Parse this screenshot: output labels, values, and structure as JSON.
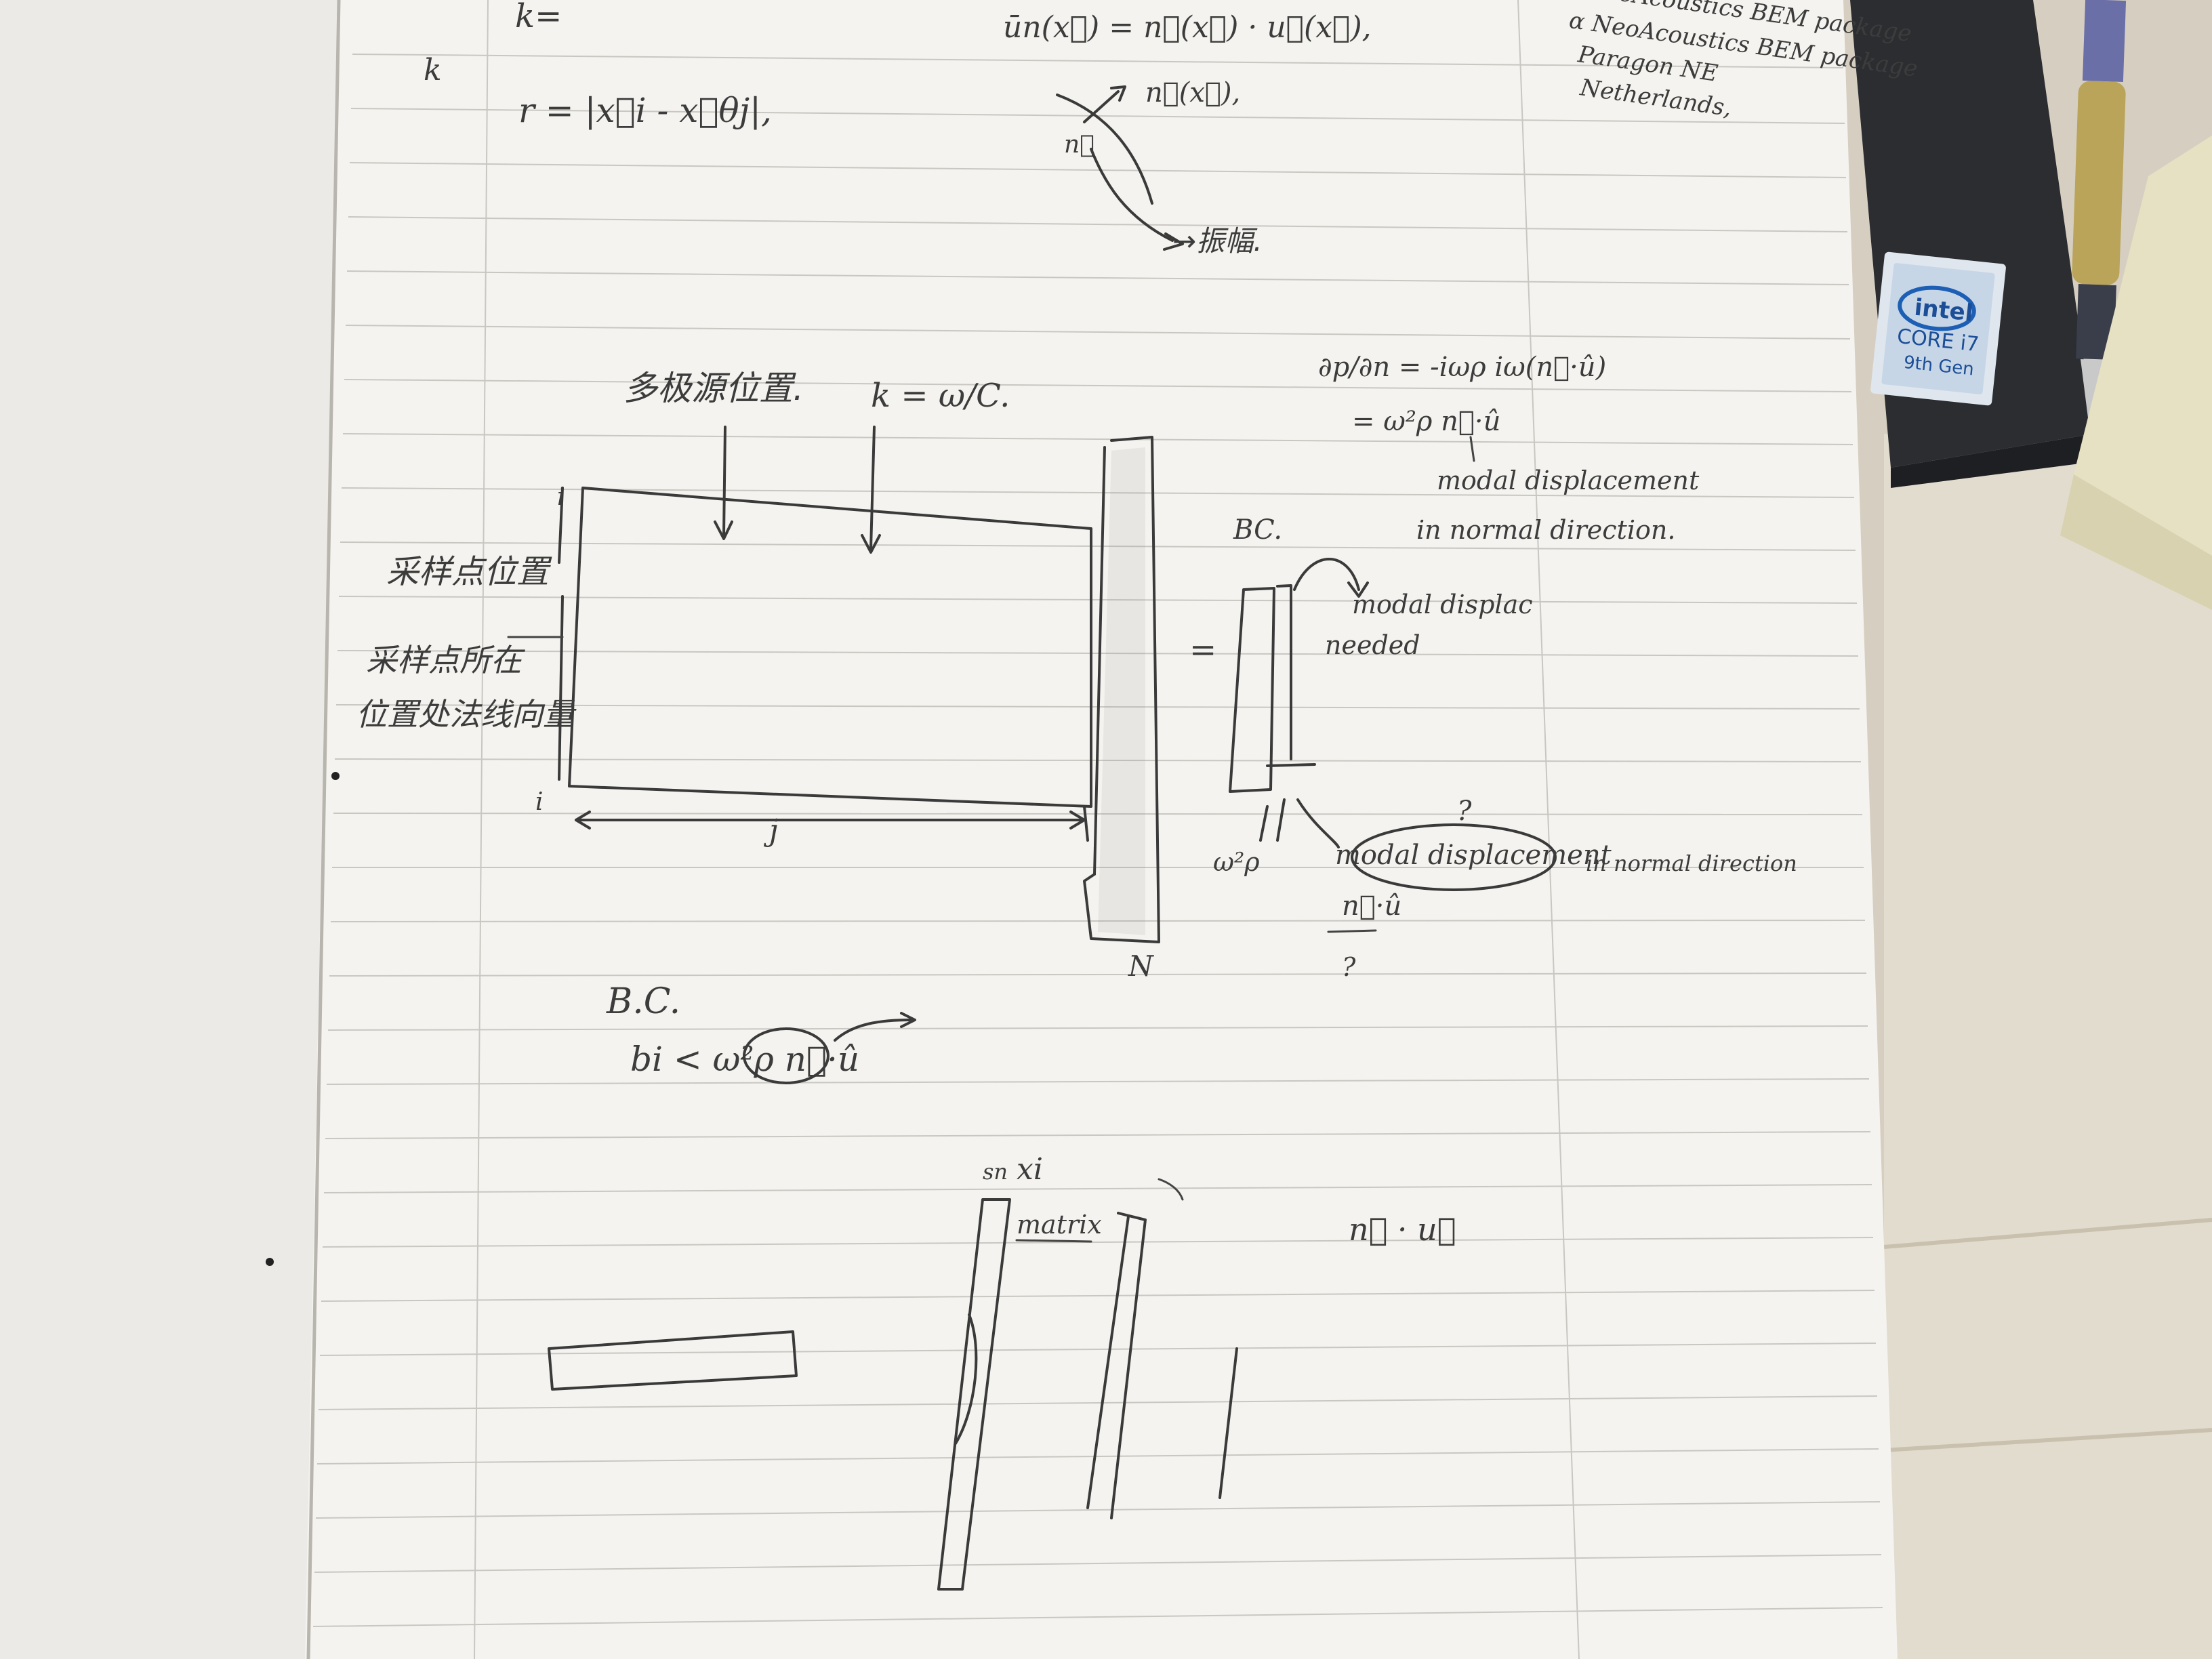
{
  "notebook": {
    "top_formulas": {
      "k_label": "k=",
      "k_mark": "k",
      "r_formula": "r = |x⃗i - x⃗θj|,",
      "un_formula": "ūn(x⃗) = n⃗(x⃗) · u⃗(x⃗),",
      "n_of_x": "n⃗(x⃗),",
      "n_vec": "n⃗",
      "amplitude": "→振幅."
    },
    "margin_note": {
      "line1": "– NeoAcoustics  BEM package",
      "line2": "α NeoAcoustics  BEM package",
      "line3": "Paragon NE",
      "line4": "Netherlands,"
    },
    "main_diagram": {
      "multipole_label": "多极源位置.",
      "k_omega_c": "k = ω/C.",
      "sample_position": "采样点位置",
      "sample_normal_1": "采样点所在",
      "sample_normal_2": "位置处法线向量",
      "i_label": "i",
      "j_label": "j",
      "N_label": "N"
    },
    "bc_block": {
      "eq1": "∂p/∂n = -iωρ iω(n⃗·û)",
      "eq2": "= ω²ρ n⃗·û",
      "modal_disp_1": "modal displacement",
      "in_normal_1": "in normal direction.",
      "bc_label": "BC.",
      "equals": "=",
      "modal_displac": "modal displac",
      "needed": "needed",
      "omega_rho": "ω²ρ",
      "modal_disp_2": "modal displacement",
      "in_normal_2": "in normal direction",
      "n_dot_u": "n⃗·û",
      "question_1": "?",
      "question_2": "?"
    },
    "bc_lower": {
      "label": "B.C.",
      "formula": "bi < ω²ρ n⃗·û"
    },
    "bottom_sketch": {
      "xi_label": "xi",
      "prefix": "sn",
      "matrix": "matrix",
      "n_dot_u": "n⃗ · u⃗"
    }
  },
  "laptop_sticker": {
    "brand": "intel",
    "line1": "CORE i7",
    "line2": "9th Gen",
    "color": "#1c5fb4"
  },
  "colors": {
    "paper": "#f4f3ef",
    "desk": "#d9d2c4",
    "ink": "#3a3a3a",
    "laptop": "#2b2d31"
  }
}
